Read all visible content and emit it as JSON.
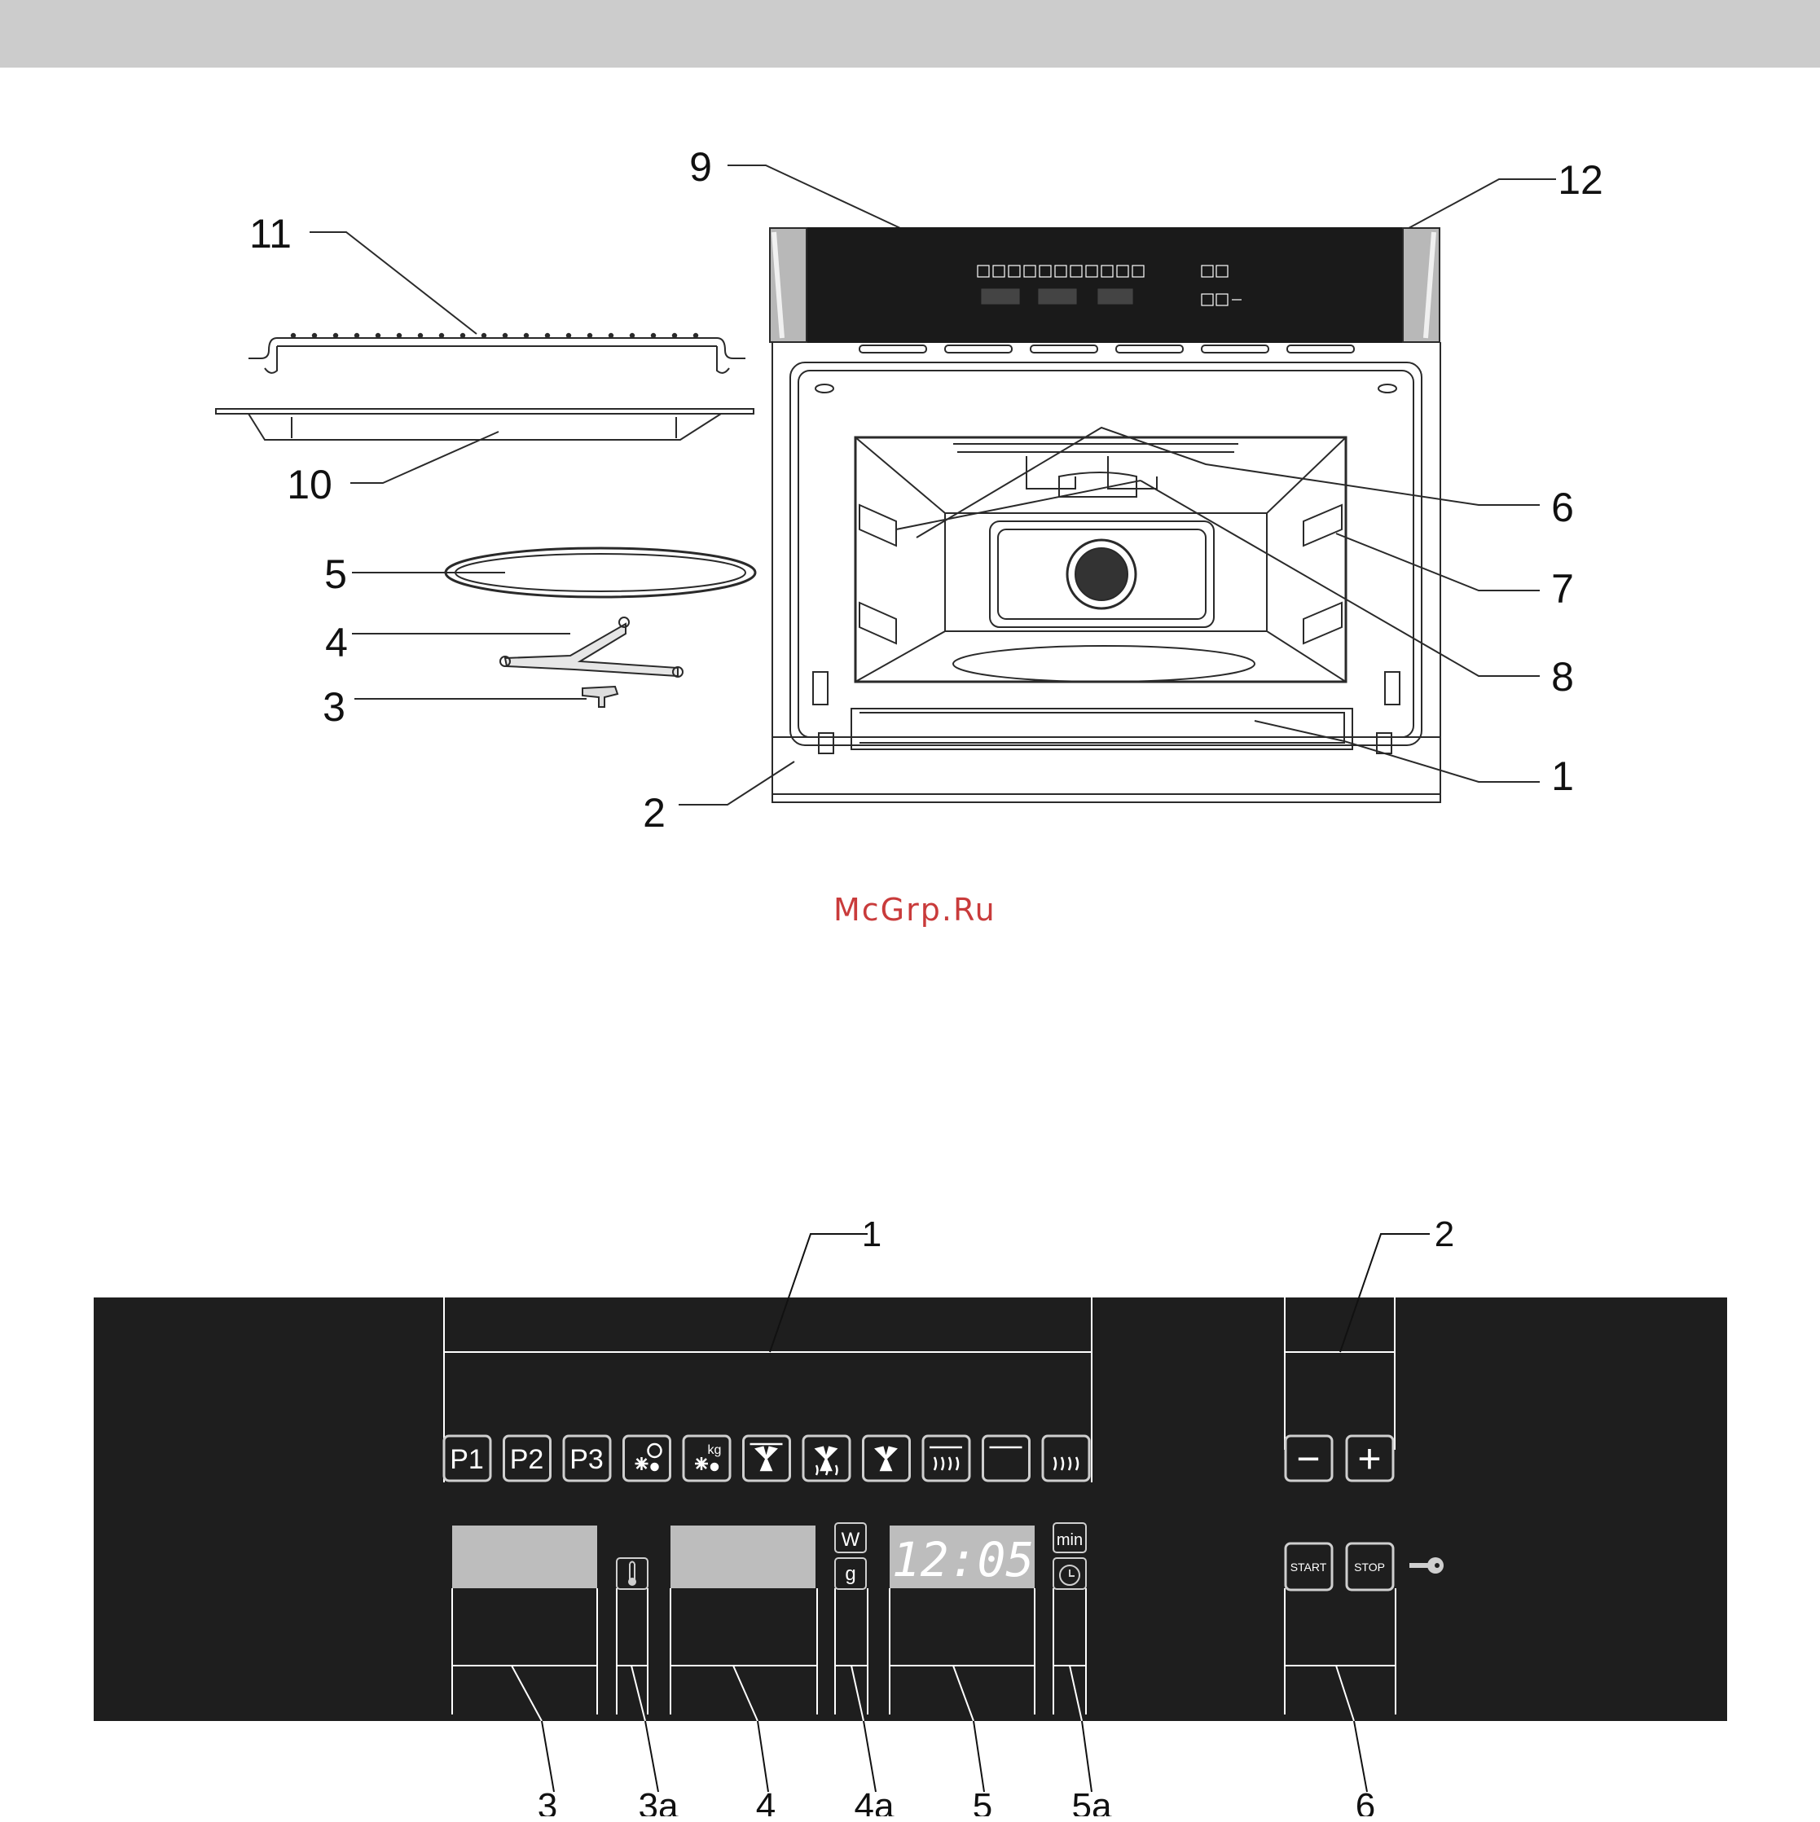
{
  "watermark": "McGrp.Ru",
  "colors": {
    "header": "#cccccc",
    "panel": "#1e1e1e",
    "watermark": "#c93b3b",
    "display": "#bdbdbd"
  },
  "oven_callouts": {
    "c1": "1",
    "c2": "2",
    "c3": "3",
    "c4": "4",
    "c5": "5",
    "c6": "6",
    "c7": "7",
    "c8": "8",
    "c9": "9",
    "c10": "10",
    "c11": "11",
    "c12": "12"
  },
  "panel_callouts": {
    "p1": "1",
    "p2": "2",
    "p3": "3",
    "p3a": "3a",
    "p4": "4",
    "p4a": "4a",
    "p5": "5",
    "p5a": "5a",
    "p6": "6"
  },
  "panel": {
    "program_buttons": [
      "P1",
      "P2",
      "P3"
    ],
    "function_icons": [
      "defrost-time-icon",
      "defrost-weight-icon",
      "fan-grill-icon",
      "fan-heat-icon",
      "fan-icon",
      "top-bottom-heat-icon",
      "top-heat-icon",
      "bottom-heat-icon"
    ],
    "defrost_weight_label": "kg",
    "minus_label": "−",
    "plus_label": "+",
    "unit_w": "W",
    "unit_g": "g",
    "unit_min": "min",
    "clock_display": "12:05",
    "mini_clock_display": "12:05",
    "start_label": "START",
    "stop_label": "STOP",
    "key_icon": "key-icon"
  }
}
